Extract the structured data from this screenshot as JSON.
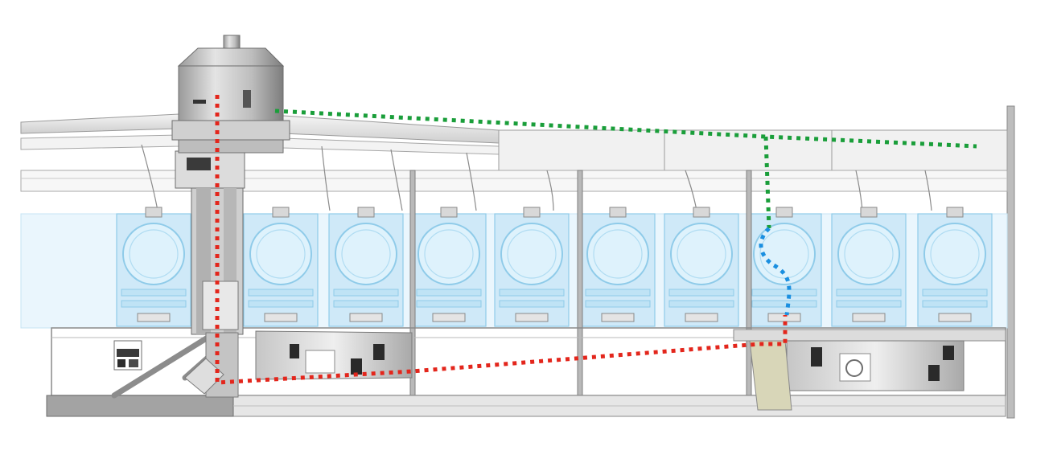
{
  "diagram": {
    "colors": {
      "background": "#ffffff",
      "structure_line": "#8a8a8a",
      "structure_fill": "#d9d9d9",
      "dark_metal": "#6e6e6e",
      "panel_fill": "#ececec",
      "unit_fill": "#cfe9f8",
      "unit_line": "#8fcbe9",
      "red_path": "#e3261c",
      "green_path": "#1a9e3a",
      "blue_path": "#1a8fe0",
      "hatch_fill": "#d8d6b8"
    },
    "units_count": 10,
    "paths": [
      {
        "name": "red-dotted-route",
        "color_key": "red_path"
      },
      {
        "name": "green-dotted-route",
        "color_key": "green_path"
      },
      {
        "name": "blue-dotted-route",
        "color_key": "blue_path"
      }
    ]
  }
}
